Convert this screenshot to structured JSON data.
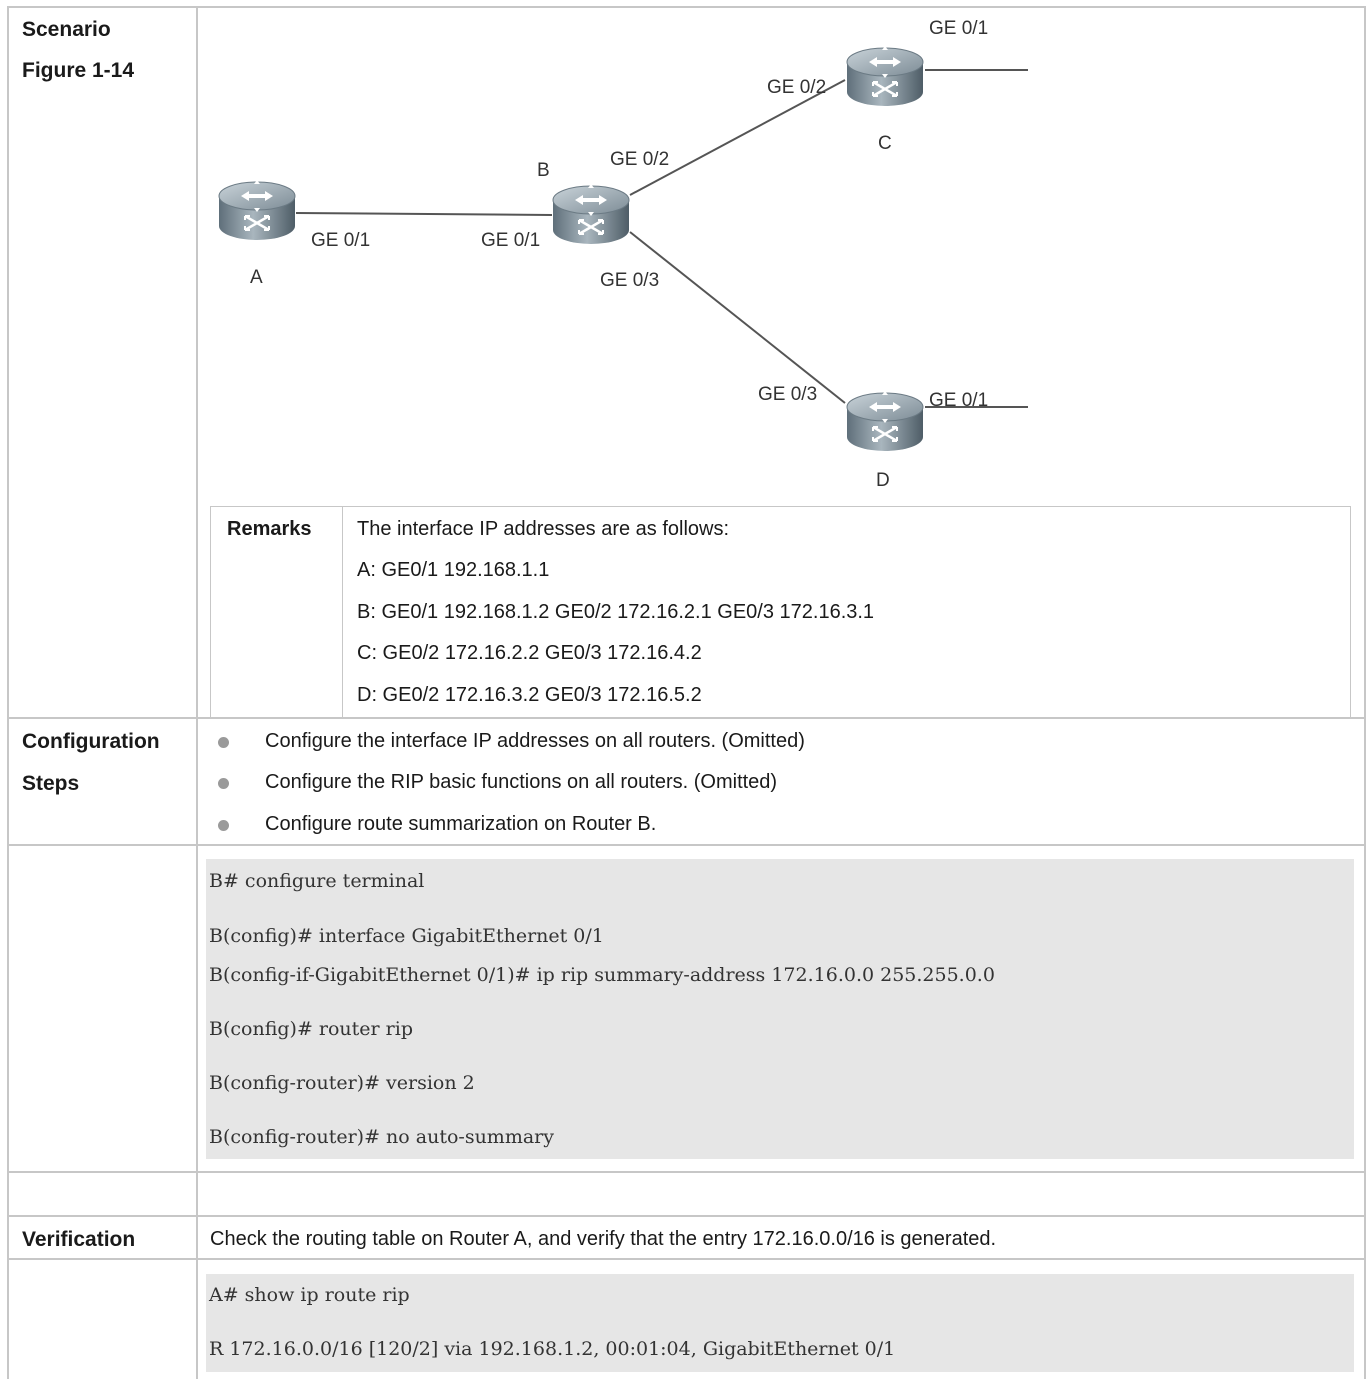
{
  "scenario": {
    "label": "Scenario",
    "figure_label": "Figure 1-14"
  },
  "diagram": {
    "routers": [
      {
        "id": "A",
        "label": "A"
      },
      {
        "id": "B",
        "label": "B"
      },
      {
        "id": "C",
        "label": "C"
      },
      {
        "id": "D",
        "label": "D"
      }
    ],
    "ports": {
      "a_ge01": "GE 0/1",
      "b_ge01": "GE 0/1",
      "b_ge02": "GE 0/2",
      "b_ge03": "GE 0/3",
      "c_ge02": "GE 0/2",
      "c_ge01": "GE 0/1",
      "d_ge03": "GE 0/3",
      "d_ge01": "GE 0/1"
    }
  },
  "remarks": {
    "label": "Remarks",
    "lines": [
      "The interface IP addresses are as follows:",
      "A: GE0/1 192.168.1.1",
      "B: GE0/1 192.168.1.2 GE0/2 172.16.2.1 GE0/3 172.16.3.1",
      "C: GE0/2 172.16.2.2 GE0/3 172.16.4.2",
      "D: GE0/2 172.16.3.2 GE0/3 172.16.5.2"
    ]
  },
  "configuration": {
    "label_line1": "Configuration",
    "label_line2": "Steps",
    "steps": [
      "Configure the interface IP addresses on all routers. (Omitted)",
      "Configure the RIP basic functions on all routers. (Omitted)",
      "Configure route summarization on Router B."
    ]
  },
  "config_code": [
    "B# configure terminal",
    "B(config)# interface GigabitEthernet 0/1",
    "B(config-if-GigabitEthernet 0/1)# ip rip summary-address 172.16.0.0 255.255.0.0",
    "B(config)# router rip",
    "B(config-router)# version 2",
    "B(config-router)# no auto-summary"
  ],
  "verification": {
    "label": "Verification",
    "text": "Check the routing table on Router A, and verify that the entry 172.16.0.0/16 is generated."
  },
  "verify_code": [
    "A# show ip route rip",
    "R 172.16.0.0/16 [120/2] via 192.168.1.2, 00:01:04, GigabitEthernet 0/1"
  ]
}
